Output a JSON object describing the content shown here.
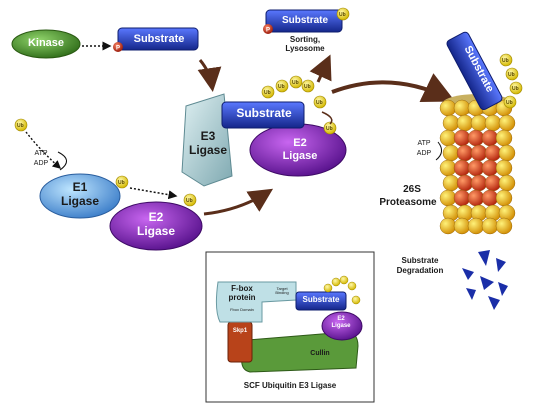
{
  "labels": {
    "kinase": "Kinase",
    "substrate": "Substrate",
    "phospho": "P",
    "ub": "Ub",
    "sorting": "Sorting,\nLysosome",
    "atp": "ATP",
    "adp": "ADP",
    "e1_line1": "E1",
    "e1_line2": "Ligase",
    "e2_line1": "E2",
    "e2_line2": "Ligase",
    "e3_line1": "E3",
    "e3_line2": "Ligase",
    "proteasome_line1": "26S",
    "proteasome_line2": "Proteasome",
    "degradation_line1": "Substrate",
    "degradation_line2": "Degradation",
    "fbox_line1": "F-box",
    "fbox_line2": "protein",
    "fbox_domain": "Fbox Domain",
    "target_binding": "Target\nBinding",
    "skp1": "Skp1",
    "cullin": "Cullin",
    "scf_caption": "SCF Ubiquitin E3 Ligase"
  },
  "colors": {
    "substrate": "#1f3bb5",
    "kinase": "#4a8a2a",
    "e1": "#4a8fd8",
    "e2": "#7a1fa8",
    "e3": "#a9c9cf",
    "ub": "#e8d21a",
    "phospho": "#c0392b",
    "arrow": "#5a2e1a",
    "proteasome_outer": "#d4a017",
    "proteasome_inner": "#c0392b"
  }
}
